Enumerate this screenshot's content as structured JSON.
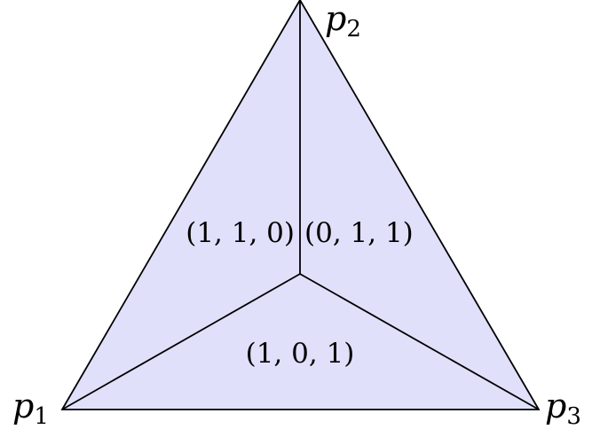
{
  "diagram": {
    "vertices": {
      "p1": {
        "letter": "p",
        "subscript": "1"
      },
      "p2": {
        "letter": "p",
        "subscript": "2"
      },
      "p3": {
        "letter": "p",
        "subscript": "3"
      }
    },
    "regions": {
      "left": "(1, 1, 0)",
      "right": "(0, 1, 1)",
      "bottom": "(1, 0, 1)"
    },
    "colors": {
      "fill": "#e0e0fb",
      "stroke": "#000000"
    }
  }
}
